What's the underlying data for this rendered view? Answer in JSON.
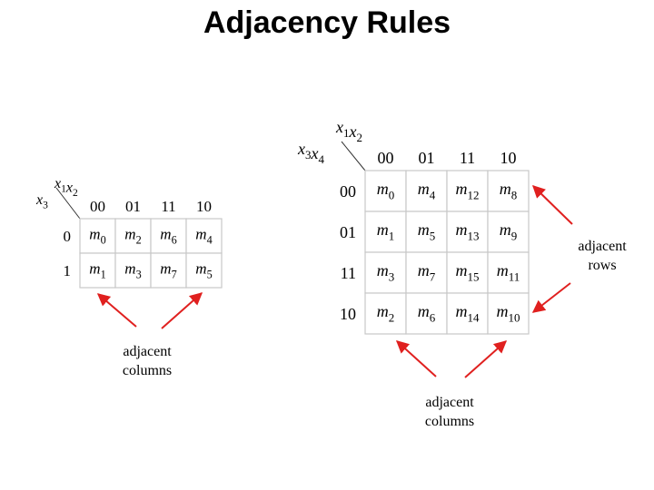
{
  "title": "Adjacency Rules",
  "small_map": {
    "col_var": "x1x2",
    "row_var": "x3",
    "col_headers": [
      "00",
      "01",
      "11",
      "10"
    ],
    "row_headers": [
      "0",
      "1"
    ],
    "cells": [
      [
        [
          "m",
          "0"
        ],
        [
          "m",
          "2"
        ],
        [
          "m",
          "6"
        ],
        [
          "m",
          "4"
        ]
      ],
      [
        [
          "m",
          "1"
        ],
        [
          "m",
          "3"
        ],
        [
          "m",
          "7"
        ],
        [
          "m",
          "5"
        ]
      ]
    ]
  },
  "large_map": {
    "col_var": "x1x2",
    "row_var": "x3x4",
    "col_headers": [
      "00",
      "01",
      "11",
      "10"
    ],
    "row_headers": [
      "00",
      "01",
      "11",
      "10"
    ],
    "cells": [
      [
        [
          "m",
          "0"
        ],
        [
          "m",
          "4"
        ],
        [
          "m",
          "12"
        ],
        [
          "m",
          "8"
        ]
      ],
      [
        [
          "m",
          "1"
        ],
        [
          "m",
          "5"
        ],
        [
          "m",
          "13"
        ],
        [
          "m",
          "9"
        ]
      ],
      [
        [
          "m",
          "3"
        ],
        [
          "m",
          "7"
        ],
        [
          "m",
          "15"
        ],
        [
          "m",
          "11"
        ]
      ],
      [
        [
          "m",
          "2"
        ],
        [
          "m",
          "6"
        ],
        [
          "m",
          "14"
        ],
        [
          "m",
          "10"
        ]
      ]
    ]
  },
  "annotations": {
    "small_columns": [
      "adjacent",
      "columns"
    ],
    "large_columns": [
      "adjacent",
      "columns"
    ],
    "large_rows": [
      "adjacent",
      "rows"
    ]
  },
  "colors": {
    "arrow": "#e0201f",
    "grid": "#c8c8c8"
  }
}
